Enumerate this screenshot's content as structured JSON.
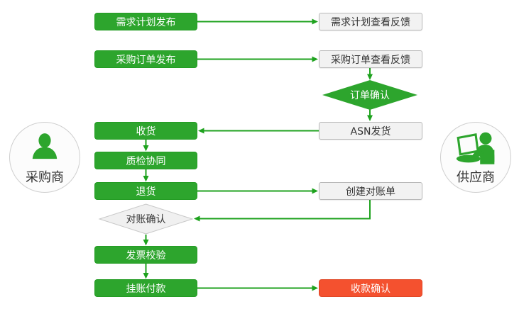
{
  "palette": {
    "green": "#2da52d",
    "green_border": "#249c24",
    "arrow": "#1ea21e",
    "red": "#f4512f",
    "red_border": "#e04726",
    "light_fill": "#f2f2f2",
    "light_border": "#b9b9b9",
    "diamond_light_fill": "#f0f0f0",
    "diamond_light_border": "#c8c8c8",
    "circle_fill": "#fcfcfc",
    "circle_border": "#cfcfcf",
    "text_dark": "#333333",
    "text_light": "#ffffff"
  },
  "actors": {
    "buyer": "采购商",
    "supplier": "供应商"
  },
  "nodes": {
    "demand_publish": "需求计划发布",
    "order_publish": "采购订单发布",
    "receive_goods": "收货",
    "quality_collab": "质检协同",
    "return_goods": "退货",
    "recon_confirm": "对账确认",
    "invoice_verify": "发票校验",
    "book_payment": "挂账付款",
    "demand_feedback": "需求计划查看反馈",
    "order_feedback": "采购订单查看反馈",
    "order_confirm": "订单确认",
    "asn_ship": "ASN发货",
    "create_statement": "创建对账单",
    "receipt_confirm": "收款确认"
  }
}
